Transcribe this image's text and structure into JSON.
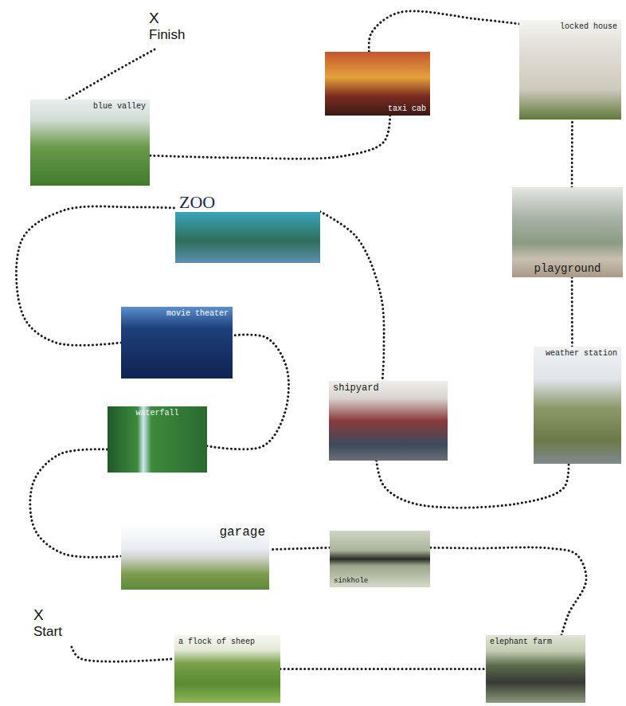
{
  "diagram": {
    "nodes": [
      {
        "text": [
          "X",
          "Start"
        ]
      },
      {
        "text": [
          "a flock of sheep"
        ]
      },
      {
        "text": [
          "elephant farm"
        ]
      },
      {
        "text": [
          "sinkhole"
        ]
      },
      {
        "text": [
          "garage"
        ]
      },
      {
        "text": [
          "waterfall"
        ]
      },
      {
        "text": [
          "movie theater"
        ]
      },
      {
        "text": [
          "ZOO"
        ]
      },
      {
        "text": [
          "shipyard"
        ]
      },
      {
        "text": [
          "weather station"
        ]
      },
      {
        "text": [
          "playground"
        ]
      },
      {
        "text": [
          "locked house"
        ]
      },
      {
        "text": [
          "taxi cab"
        ]
      },
      {
        "text": [
          "blue valley"
        ]
      },
      {
        "text": [
          "X",
          "Finish"
        ]
      }
    ],
    "edges": [
      {
        "from": 0,
        "to": 1,
        "arrow": "none"
      },
      {
        "from": 1,
        "to": 2,
        "arrow": "none"
      },
      {
        "from": 2,
        "to": 3,
        "arrow": "none"
      },
      {
        "from": 3,
        "to": 4,
        "arrow": "none"
      },
      {
        "from": 4,
        "to": 5,
        "arrow": "none"
      },
      {
        "from": 5,
        "to": 6,
        "arrow": "none"
      },
      {
        "from": 6,
        "to": 7,
        "arrow": "none"
      },
      {
        "from": 7,
        "to": 8,
        "arrow": "none"
      },
      {
        "from": 8,
        "to": 9,
        "arrow": "none"
      },
      {
        "from": 9,
        "to": 10,
        "arrow": "none"
      },
      {
        "from": 10,
        "to": 11,
        "arrow": "none"
      },
      {
        "from": 11,
        "to": 12,
        "arrow": "none"
      },
      {
        "from": 12,
        "to": 13,
        "arrow": "none"
      },
      {
        "from": 13,
        "to": 14,
        "arrow": "none"
      }
    ]
  }
}
